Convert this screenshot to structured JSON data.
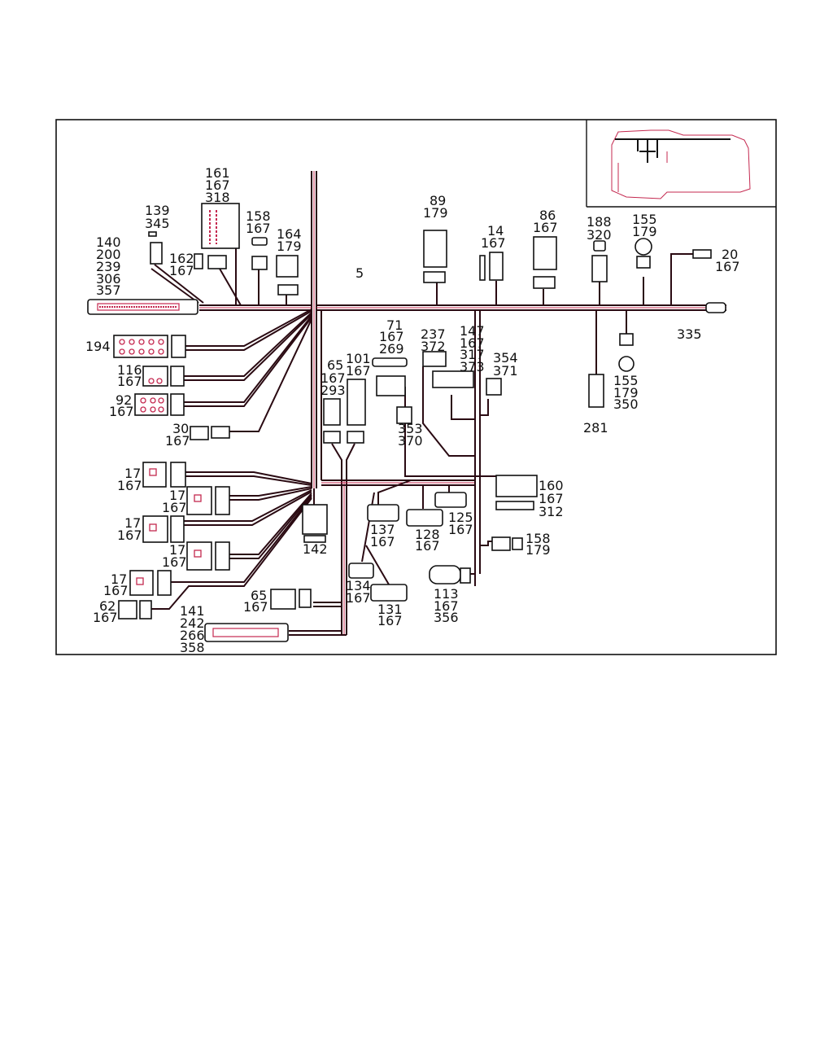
{
  "diagram": {
    "labels": {
      "l161": "161",
      "l167a": "167",
      "l318": "318",
      "l139": "139",
      "l345": "345",
      "l158a": "158",
      "l167b": "167",
      "l164": "164",
      "l179a": "179",
      "l140": "140",
      "l200": "200",
      "l239": "239",
      "l306": "306",
      "l357": "357",
      "l162": "162",
      "l167c": "167",
      "l5": "5",
      "l89": "89",
      "l179b": "179",
      "l14": "14",
      "l167d": "167",
      "l86": "86",
      "l167e": "167",
      "l188": "188",
      "l320": "320",
      "l155a": "155",
      "l179c": "179",
      "l20": "20",
      "l167f": "167",
      "l335": "335",
      "l194": "194",
      "l116": "116",
      "l167g": "167",
      "l92": "92",
      "l167h": "167",
      "l30": "30",
      "l167i": "167",
      "l71": "71",
      "l167j": "167",
      "l269": "269",
      "l65a": "65",
      "l167k": "167",
      "l293": "293",
      "l101": "101",
      "l167l": "167",
      "l237": "237",
      "l372": "372",
      "l147": "147",
      "l167m": "167",
      "l317": "317",
      "l373": "373",
      "l354": "354",
      "l371": "371",
      "l155b": "155",
      "l179d": "179",
      "l350": "350",
      "l281": "281",
      "l353": "353",
      "l370": "370",
      "l17a": "17",
      "l167n": "167",
      "l17b": "17",
      "l167o": "167",
      "l17c": "17",
      "l167p": "167",
      "l17d": "17",
      "l167q": "167",
      "l17e": "17",
      "l167r": "167",
      "l62": "62",
      "l167s": "167",
      "l160": "160",
      "l167t": "167",
      "l312": "312",
      "l142": "142",
      "l137": "137",
      "l167u": "167",
      "l128": "128",
      "l167v": "167",
      "l125": "125",
      "l167w": "167",
      "l158b": "158",
      "l179e": "179",
      "l134": "134",
      "l167x": "167",
      "l131": "131",
      "l167y": "167",
      "l113": "113",
      "l167z": "167",
      "l356": "356",
      "l65b": "65",
      "l167aa": "167",
      "l141": "141",
      "l242": "242",
      "l266": "266",
      "l358": "358"
    },
    "colors": {
      "accent": "#c4284f",
      "line": "#111111",
      "wire": "#2a0a12"
    }
  }
}
